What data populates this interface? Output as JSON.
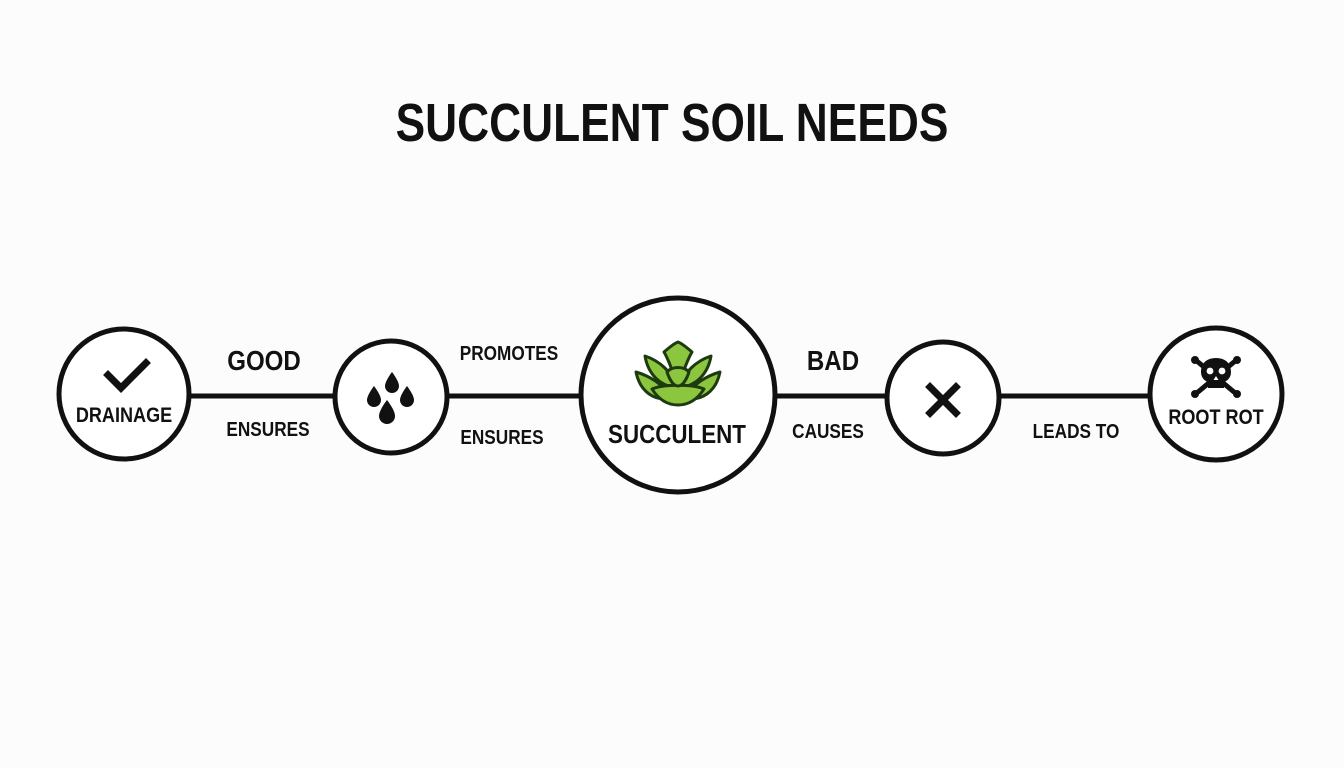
{
  "title": "SUCCULENT SOIL NEEDS",
  "nodes": {
    "drainage": {
      "label": "DRAINAGE",
      "icon": "checkmark-icon"
    },
    "water": {
      "label": "",
      "icon": "water-drops-icon"
    },
    "succulent": {
      "label": "SUCCULENT",
      "icon": "succulent-plant-icon"
    },
    "bad": {
      "label": "",
      "icon": "x-mark-icon"
    },
    "root_rot": {
      "label": "ROOT ROT",
      "icon": "skull-crossbones-icon"
    }
  },
  "edges": {
    "good": "GOOD",
    "ensures_1": "ENSURES",
    "promotes": "PROMOTES",
    "ensures_2": "ENSURES",
    "bad": "BAD",
    "causes": "CAUSES",
    "leads_to": "LEADS TO"
  },
  "colors": {
    "stroke": "#111111",
    "plant_fill": "#8cc63f",
    "plant_outline": "#1d3a10",
    "background": "#fbfcfb"
  }
}
